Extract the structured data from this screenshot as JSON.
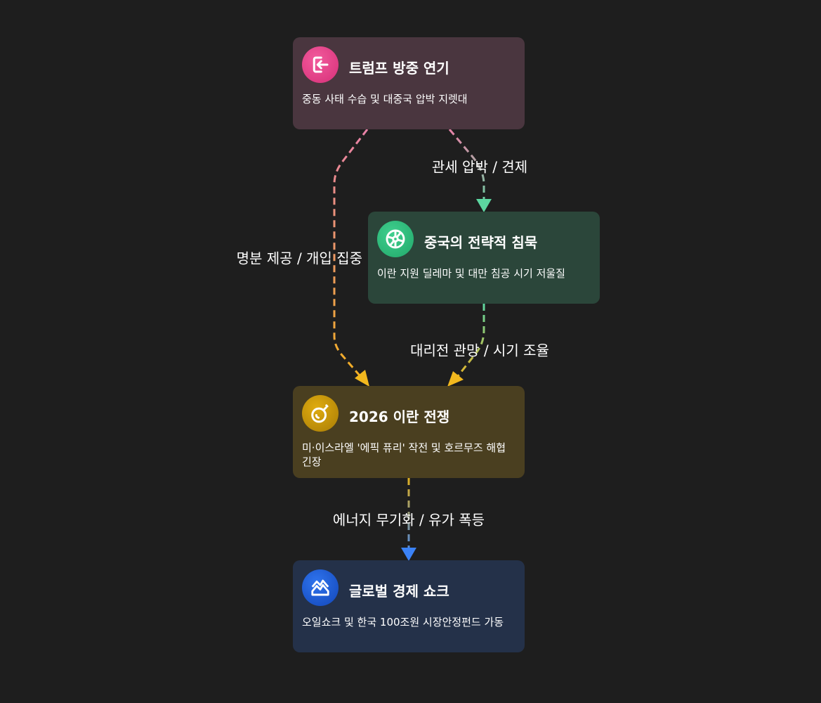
{
  "nodes": [
    {
      "id": "trump",
      "title": "트럼프 방중 연기",
      "desc": "중동 사태 수습 및 대중국 압박 지렛대",
      "icon": "exit-door-icon",
      "color": "#e8408a",
      "bg": "#4a363f"
    },
    {
      "id": "china",
      "title": "중국의 전략적 침묵",
      "desc": "이란 지원 딜레마 및 대만 침공 시기 저울질",
      "icon": "wheel-icon",
      "color": "#2db87a",
      "bg": "#2b463a"
    },
    {
      "id": "war",
      "title": "2026 이란 전쟁",
      "desc": "미·이스라엘 '에픽 퓨리' 작전 및 호르무즈 해협 긴장",
      "icon": "bomb-icon",
      "color": "#c89a08",
      "bg": "#4a3f20"
    },
    {
      "id": "shock",
      "title": "글로벌 경제 쇼크",
      "desc": "오일쇼크 및 한국 100조원 시장안정펀드 가동",
      "icon": "chart-area-icon",
      "color": "#1f5fd6",
      "bg": "#243149"
    }
  ],
  "edges": [
    {
      "from": "trump",
      "to": "war",
      "label": "명분 제공 / 개입 집중"
    },
    {
      "from": "trump",
      "to": "china",
      "label": "관세 압박 / 견제"
    },
    {
      "from": "china",
      "to": "war",
      "label": "대리전 관망 / 시기 조율"
    },
    {
      "from": "war",
      "to": "shock",
      "label": "에너지 무기화 / 유가 폭등"
    }
  ]
}
